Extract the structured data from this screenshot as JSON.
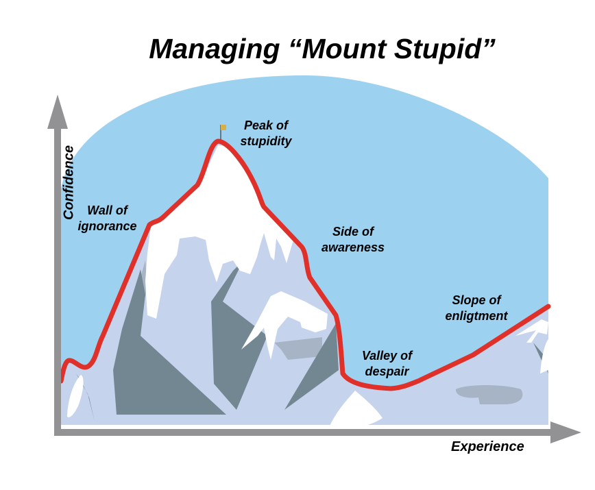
{
  "title": "Managing “Mount Stupid”",
  "axes": {
    "y_label": "Confidence",
    "x_label": "Experience"
  },
  "stages": [
    {
      "line1": "Wall of",
      "line2": "ignorance"
    },
    {
      "line1": "Peak of",
      "line2": "stupidity"
    },
    {
      "line1": "Side of",
      "line2": "awareness"
    },
    {
      "line1": "Valley of",
      "line2": "despair"
    },
    {
      "line1": "Slope of",
      "line2": "enligtment"
    }
  ],
  "colors": {
    "sky": "#9dd1f0",
    "mountain_base": "#c5d4ec",
    "mountain_shadow": "#738793",
    "mountain_mid": "#a7b4c6",
    "snow": "#ffffff",
    "curve": "#e0302a",
    "axis": "#929295",
    "flag": "#d8b04a"
  }
}
